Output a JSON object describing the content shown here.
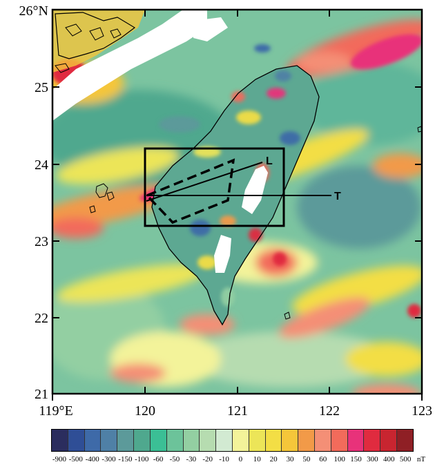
{
  "map": {
    "lat_labels": [
      "26°N",
      "25",
      "24",
      "23",
      "22",
      "21"
    ],
    "lon_labels": [
      "119°E",
      "120",
      "121",
      "122",
      "123"
    ],
    "profile_labels": {
      "L": "L",
      "T": "T"
    }
  },
  "colorbar": {
    "unit": "nT",
    "levels": [
      "-900",
      "-500",
      "-400",
      "-300",
      "-150",
      "-100",
      "-60",
      "-50",
      "-30",
      "-20",
      "-10",
      "0",
      "10",
      "20",
      "30",
      "50",
      "60",
      "100",
      "150",
      "300",
      "400",
      "500"
    ],
    "colors": [
      "#2b2d5e",
      "#2f4e96",
      "#3e6aa8",
      "#4f80a6",
      "#5c9a9a",
      "#4fa88e",
      "#3bbf95",
      "#6cc39a",
      "#93cfa2",
      "#b6dcb0",
      "#d2ead2",
      "#f3f39a",
      "#ece558",
      "#f3de45",
      "#f5c63a",
      "#f29a48",
      "#f48f76",
      "#f26b5b",
      "#e8327a",
      "#e02b3f",
      "#c82530",
      "#8f1f25"
    ]
  }
}
